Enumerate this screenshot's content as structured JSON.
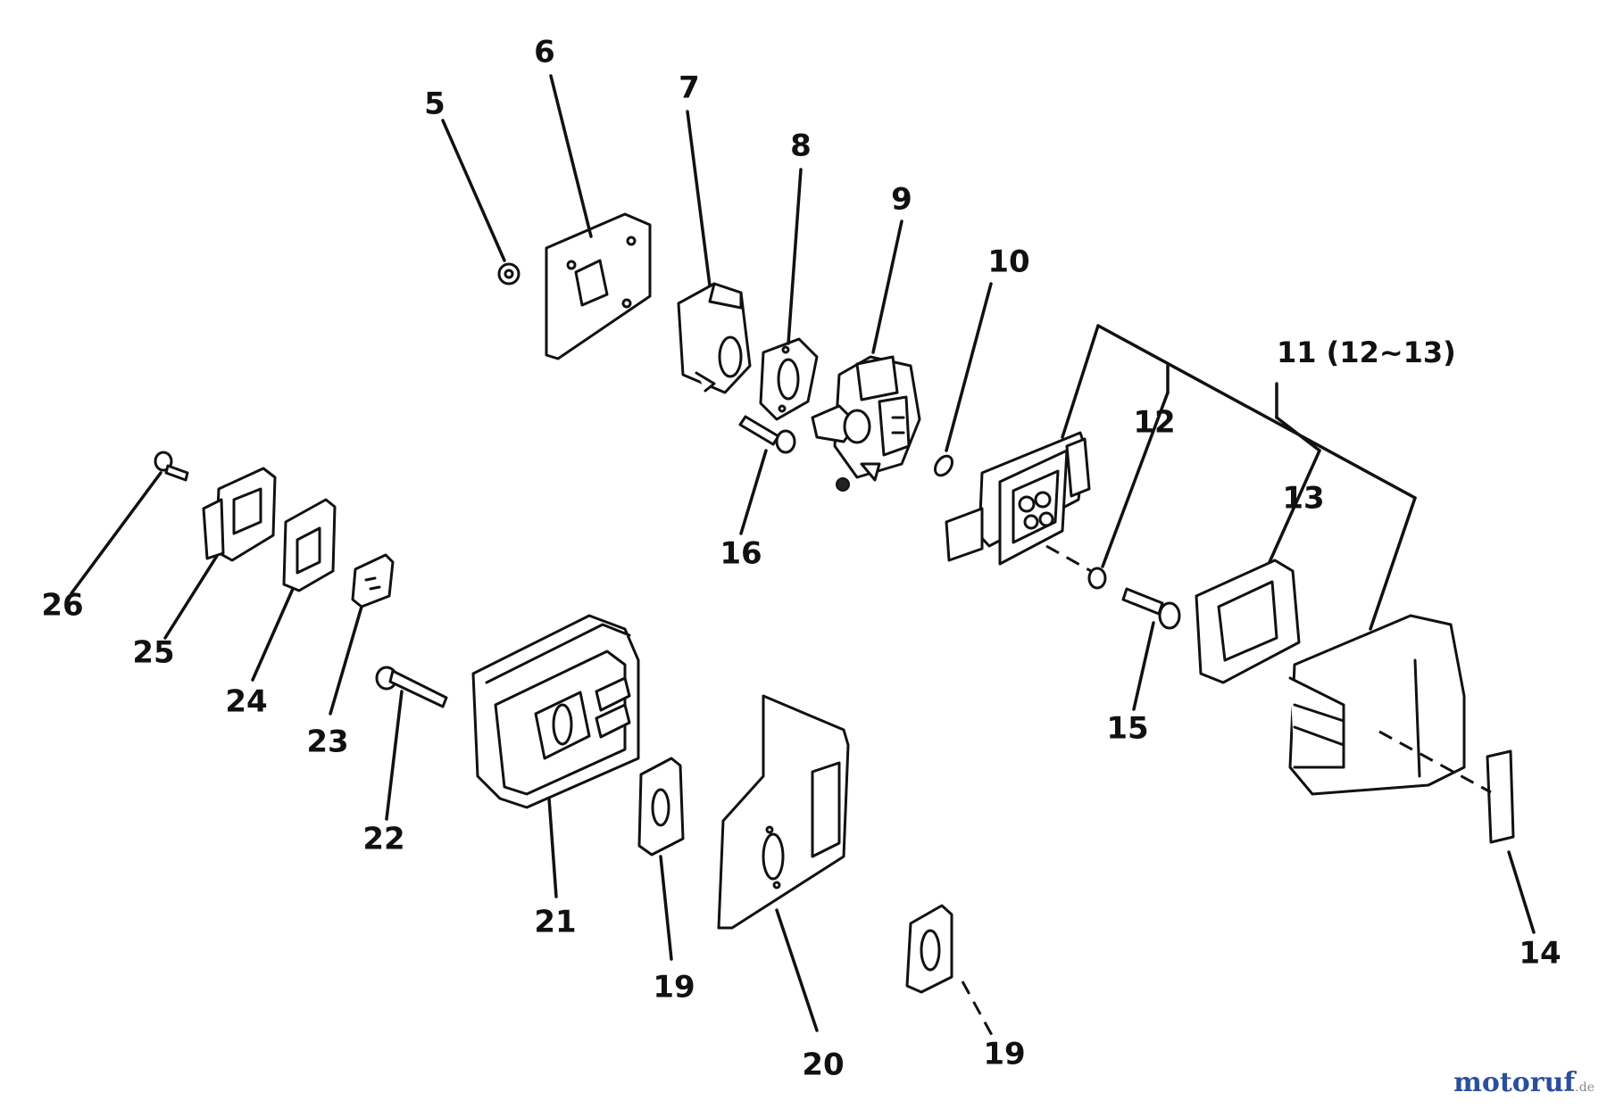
{
  "callouts": {
    "c5": "5",
    "c6": "6",
    "c7": "7",
    "c8": "8",
    "c9": "9",
    "c10": "10",
    "c11": "11 (12~13)",
    "c12": "12",
    "c13": "13",
    "c14": "14",
    "c15": "15",
    "c16": "16",
    "c19a": "19",
    "c19b": "19",
    "c20": "20",
    "c21": "21",
    "c22": "22",
    "c23": "23",
    "c24": "24",
    "c25": "25",
    "c26": "26"
  },
  "watermark": {
    "main": "motoruf",
    "tld": ".de"
  }
}
